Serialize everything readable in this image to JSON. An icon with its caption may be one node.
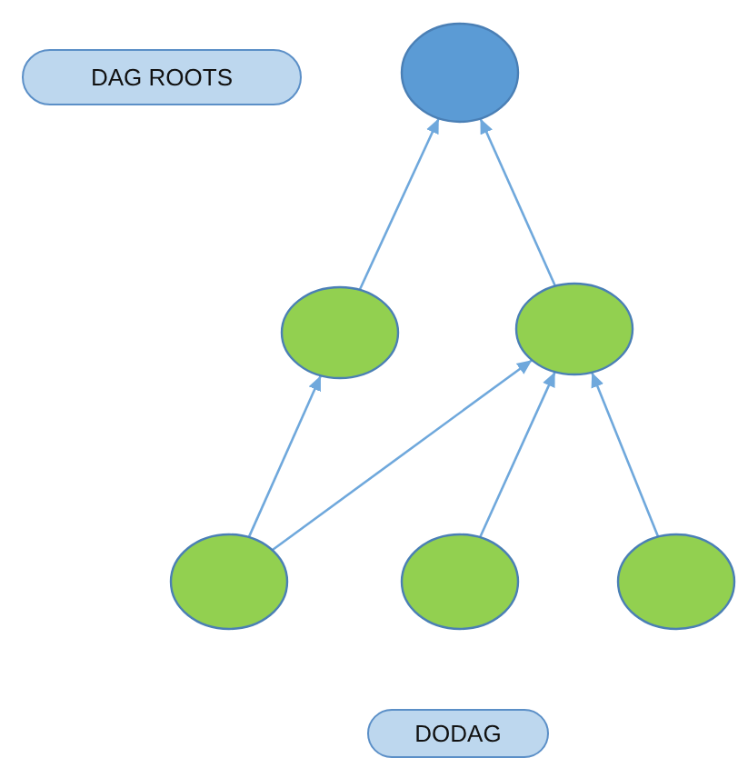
{
  "diagram": {
    "nodes": [
      {
        "text": [
          "DAG ROOTS"
        ]
      },
      {
        "text": [],
        "shape": "circle"
      },
      {
        "text": [],
        "shape": "circle"
      },
      {
        "text": [],
        "shape": "circle"
      },
      {
        "text": [],
        "shape": "circle"
      },
      {
        "text": [],
        "shape": "circle"
      },
      {
        "text": [],
        "shape": "circle"
      },
      {
        "text": [
          "DODAG"
        ]
      }
    ],
    "edges": [
      {
        "from": 2,
        "to": 1,
        "arrow": "to"
      },
      {
        "from": 3,
        "to": 1,
        "arrow": "to"
      },
      {
        "from": 4,
        "to": 2,
        "arrow": "to"
      },
      {
        "from": 4,
        "to": 3,
        "arrow": "to"
      },
      {
        "from": 5,
        "to": 3,
        "arrow": "to"
      },
      {
        "from": 6,
        "to": 3,
        "arrow": "to"
      }
    ]
  }
}
